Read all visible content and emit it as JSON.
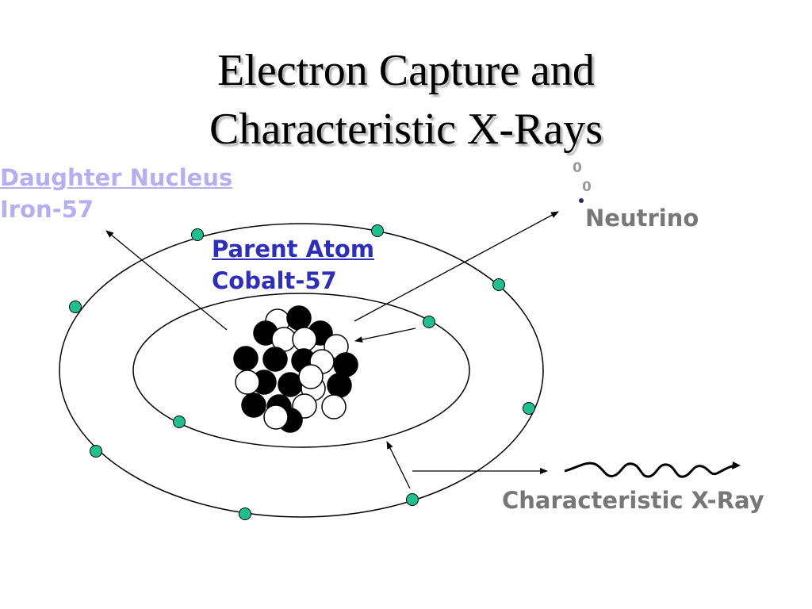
{
  "title": {
    "line1": "Electron Capture and",
    "line2": "Characteristic X-Rays"
  },
  "labels": {
    "daughter_line1": "Daughter Nucleus",
    "daughter_line2": "Iron-57",
    "parent_line1": "Parent Atom",
    "parent_line2": "Cobalt-57",
    "neutrino": "Neutrino",
    "neutrino_superscript": "0",
    "neutrino_subscript": "0",
    "xray": "Characteristic X-Ray"
  },
  "colors": {
    "electron": "#1fbf8f",
    "proton": "#000000",
    "neutron": "#ffffff",
    "daughter_label": "#b4b0ee",
    "parent_label": "#2e2eb8",
    "secondary_label": "#777777"
  }
}
